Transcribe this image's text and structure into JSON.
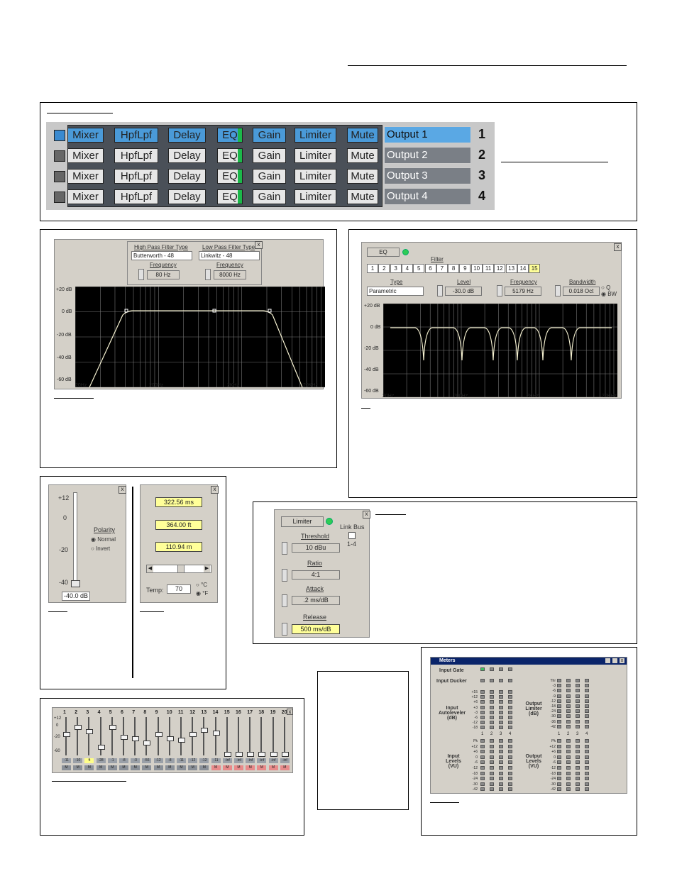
{
  "outputs": {
    "rows": [
      {
        "buttons": [
          "Mixer",
          "HpfLpf",
          "Delay",
          "EQ",
          "Gain",
          "Limiter",
          "Mute"
        ],
        "name": "Output 1",
        "num": "1",
        "selected": true
      },
      {
        "buttons": [
          "Mixer",
          "HpfLpf",
          "Delay",
          "EQ",
          "Gain",
          "Limiter",
          "Mute"
        ],
        "name": "Output 2",
        "num": "2",
        "selected": false
      },
      {
        "buttons": [
          "Mixer",
          "HpfLpf",
          "Delay",
          "EQ",
          "Gain",
          "Limiter",
          "Mute"
        ],
        "name": "Output 3",
        "num": "3",
        "selected": false
      },
      {
        "buttons": [
          "Mixer",
          "HpfLpf",
          "Delay",
          "EQ",
          "Gain",
          "Limiter",
          "Mute"
        ],
        "name": "Output 4",
        "num": "4",
        "selected": false
      }
    ]
  },
  "hpf": {
    "hp_type_label": "High Pass Filter Type",
    "hp_type": "Butterworth - 48",
    "lp_type_label": "Low Pass Filter Type",
    "lp_type": "Linkwitz - 48",
    "freq_label": "Frequency",
    "hp_freq": "80 Hz",
    "lp_freq": "8000 Hz",
    "yticks": [
      "+20 dB",
      "0 dB",
      "-20 dB",
      "-40 dB",
      "-60 dB"
    ],
    "xticks": [
      "20Hz",
      "200Hz",
      "2KHz",
      "20KHz"
    ]
  },
  "eq": {
    "tab": "EQ",
    "filter_label": "Filter",
    "filters": [
      "1",
      "2",
      "3",
      "4",
      "5",
      "6",
      "7",
      "8",
      "9",
      "10",
      "11",
      "12",
      "13",
      "14",
      "15"
    ],
    "selected_filter": "15",
    "type_label": "Type",
    "type": "Parametric",
    "level_label": "Level",
    "level": "-30.0 dB",
    "freq_label": "Frequency",
    "freq": "5179 Hz",
    "bw_label": "Bandwidth",
    "bw": "0.018 Oct",
    "q_label": "Q",
    "bw_opt": "BW",
    "yticks": [
      "+20 dB",
      "0 dB",
      "-20 dB",
      "-40 dB",
      "-60 dB"
    ],
    "xticks": [
      "20Hz",
      "200Hz",
      "2KHz",
      "20KHz"
    ]
  },
  "gain": {
    "scale": [
      "+12",
      "0",
      "-20",
      "-40"
    ],
    "polarity_label": "Polarity",
    "normal": "Normal",
    "invert": "Invert",
    "value": "-40.0 dB"
  },
  "delay": {
    "ms": "322.56 ms",
    "ft": "364.00 ft",
    "m": "110.94 m",
    "temp_label": "Temp:",
    "temp": "70",
    "c": "°C",
    "f": "°F"
  },
  "limiter": {
    "tab": "Limiter",
    "link_bus": "Link Bus",
    "link_range": "1-4",
    "threshold_label": "Threshold",
    "threshold": "10 dBu",
    "ratio_label": "Ratio",
    "ratio": "4:1",
    "attack_label": "Attack",
    "attack": ".2 ms/dB",
    "release_label": "Release",
    "release": "500 ms/dB"
  },
  "mixer": {
    "channels": [
      "1",
      "2",
      "3",
      "4",
      "5",
      "6",
      "7",
      "8",
      "9",
      "10",
      "11",
      "12",
      "13",
      "14",
      "15",
      "16",
      "17",
      "18",
      "19",
      "20"
    ],
    "scale": [
      "+12",
      "0",
      "-20",
      "-60"
    ],
    "values": [
      "-11",
      "-10",
      "ft",
      "-28",
      "-1",
      "-8",
      "-3",
      "-56",
      "-12",
      "-8",
      "-11",
      "-12",
      "-12",
      "-11",
      "-inf",
      "-inf",
      "-inf",
      "-inf",
      "-inf",
      "-inf"
    ],
    "mute": "M"
  },
  "meters": {
    "title": "Meters",
    "input_gate": "Input Gate",
    "input_ducker": "Input Ducker",
    "input_autoleveler": "Input Autoleveler (dB)",
    "output_limiter": "Output Limiter (dB)",
    "input_levels": "Input Levels (VU)",
    "output_levels": "Output Levels (VU)",
    "al_scale": [
      "+15",
      "+12",
      "+6",
      "+3",
      "-3",
      "-6",
      "-12",
      "-18"
    ],
    "lim_scale": [
      "Thr",
      "-3",
      "-6",
      "-9",
      "-12",
      "-18",
      "-24",
      "-30",
      "-36",
      "-42"
    ],
    "vu_scale": [
      "Pk",
      "+12",
      "+6",
      "0",
      "-6",
      "-12",
      "-18",
      "-24",
      "-30",
      "-42"
    ],
    "cols": [
      "1",
      "2",
      "3",
      "4"
    ]
  }
}
